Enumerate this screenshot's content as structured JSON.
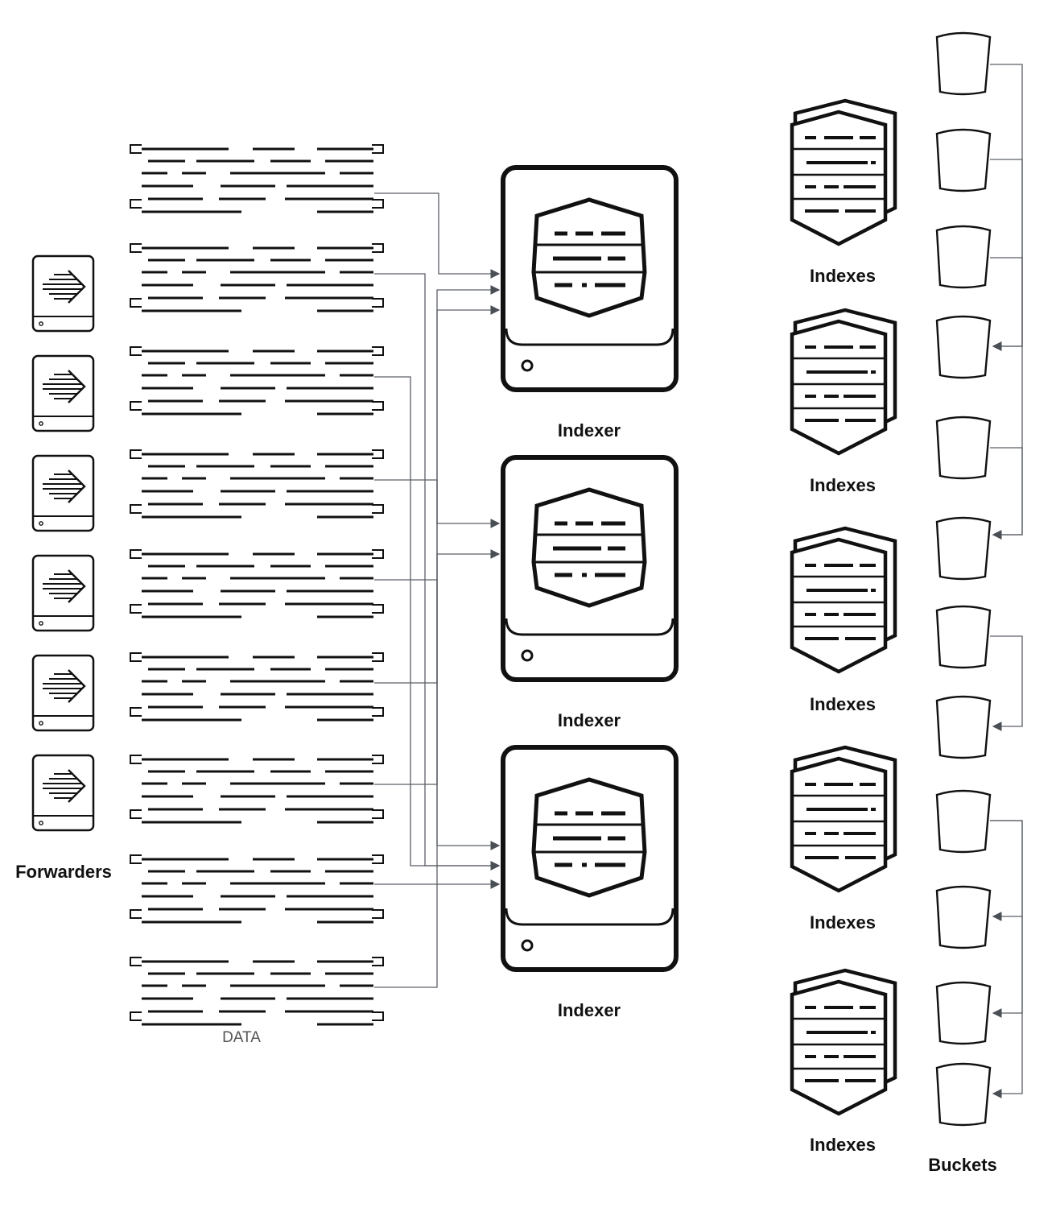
{
  "labels": {
    "forwarders": "Forwarders",
    "data": "DATA",
    "indexer": "Indexer",
    "indexes": "Indexes",
    "buckets": "Buckets"
  },
  "colors": {
    "stroke": "#111111",
    "connector": "#5a5f66",
    "background": "#ffffff"
  },
  "icons": {
    "forwarder": "forwarder-icon",
    "data_block": "data-stream-icon",
    "indexer": "indexer-server-icon",
    "indexes": "indexes-stack-icon",
    "bucket": "bucket-icon"
  },
  "counts": {
    "forwarders": 6,
    "data_blocks": 9,
    "indexers": 3,
    "indexes": 5,
    "buckets": 12
  }
}
